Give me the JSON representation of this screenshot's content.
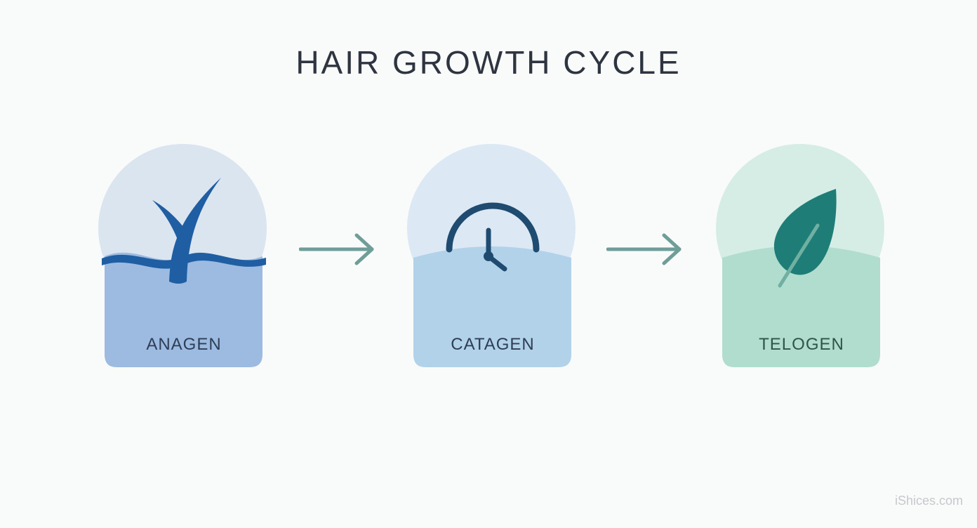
{
  "title": "HAIR GROWTH CYCLE",
  "stages": [
    {
      "label": "ANAGEN",
      "icon": "hair-strand-icon",
      "label_color": "#2d3e56"
    },
    {
      "label": "CATAGEN",
      "icon": "clock-icon",
      "label_color": "#2d3e56"
    },
    {
      "label": "TELOGEN",
      "icon": "leaf-icon",
      "label_color": "#2f5548"
    }
  ],
  "connectors": [
    "arrow-right-icon",
    "arrow-right-icon"
  ],
  "colors": {
    "anagen_top": "#dbe5f0",
    "anagen_bottom": "#9dbbe1",
    "anagen_icon": "#1f5ea3",
    "catagen_top": "#dce9f5",
    "catagen_bottom": "#b2d2ea",
    "catagen_icon": "#1f4b70",
    "telogen_top": "#d6ede6",
    "telogen_bottom": "#b1ddcf",
    "telogen_icon": "#1f7d77",
    "arrow": "#6f9e99"
  },
  "watermark": "iShices.com"
}
